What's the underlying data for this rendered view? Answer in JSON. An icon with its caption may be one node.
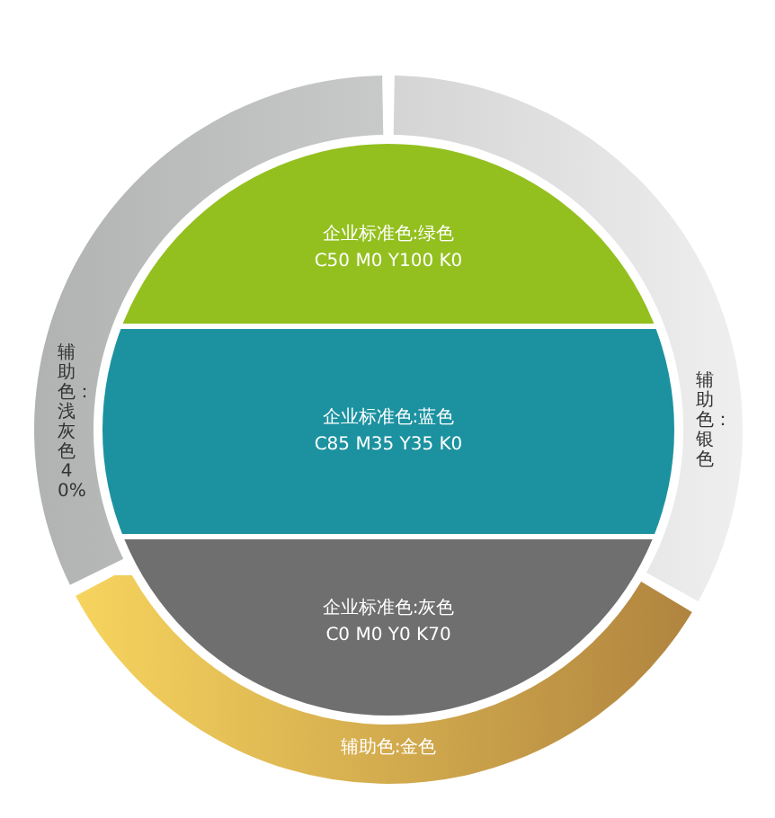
{
  "diagram": {
    "nodes": [
      {
        "text": [
          "企业标准色:绿色",
          "C50 M0 Y100 K0"
        ]
      },
      {
        "text": [
          "企业标准色:蓝色",
          "C85 M35 Y35 K0"
        ]
      },
      {
        "text": [
          "企业标准色:灰色",
          "C0 M0 Y0 K70"
        ]
      },
      {
        "text": [
          "辅助色：浅灰色40%"
        ]
      },
      {
        "text": [
          "辅助色：银色"
        ]
      },
      {
        "text": [
          "辅助色:金色"
        ]
      }
    ]
  }
}
